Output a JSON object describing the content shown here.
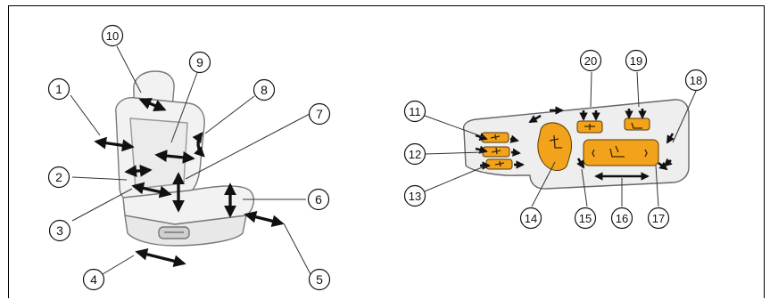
{
  "callouts": [
    {
      "num": "1"
    },
    {
      "num": "2"
    },
    {
      "num": "3"
    },
    {
      "num": "4"
    },
    {
      "num": "5"
    },
    {
      "num": "6"
    },
    {
      "num": "7"
    },
    {
      "num": "8"
    },
    {
      "num": "9"
    },
    {
      "num": "10"
    },
    {
      "num": "11"
    },
    {
      "num": "12"
    },
    {
      "num": "13"
    },
    {
      "num": "14"
    },
    {
      "num": "15"
    },
    {
      "num": "16"
    },
    {
      "num": "17"
    },
    {
      "num": "18"
    },
    {
      "num": "19"
    },
    {
      "num": "20"
    }
  ],
  "colors": {
    "switch_fill": "#f3a21b",
    "switch_stroke": "#5a3a00",
    "seat_fill": "#f2f2f2",
    "seat_stroke": "#7a7a7a",
    "arrow": "#111111",
    "panel_fill": "#eeeeee"
  },
  "icons": [
    "seat-icon",
    "double-headed-arrow-icon",
    "slide-switch-icon"
  ]
}
